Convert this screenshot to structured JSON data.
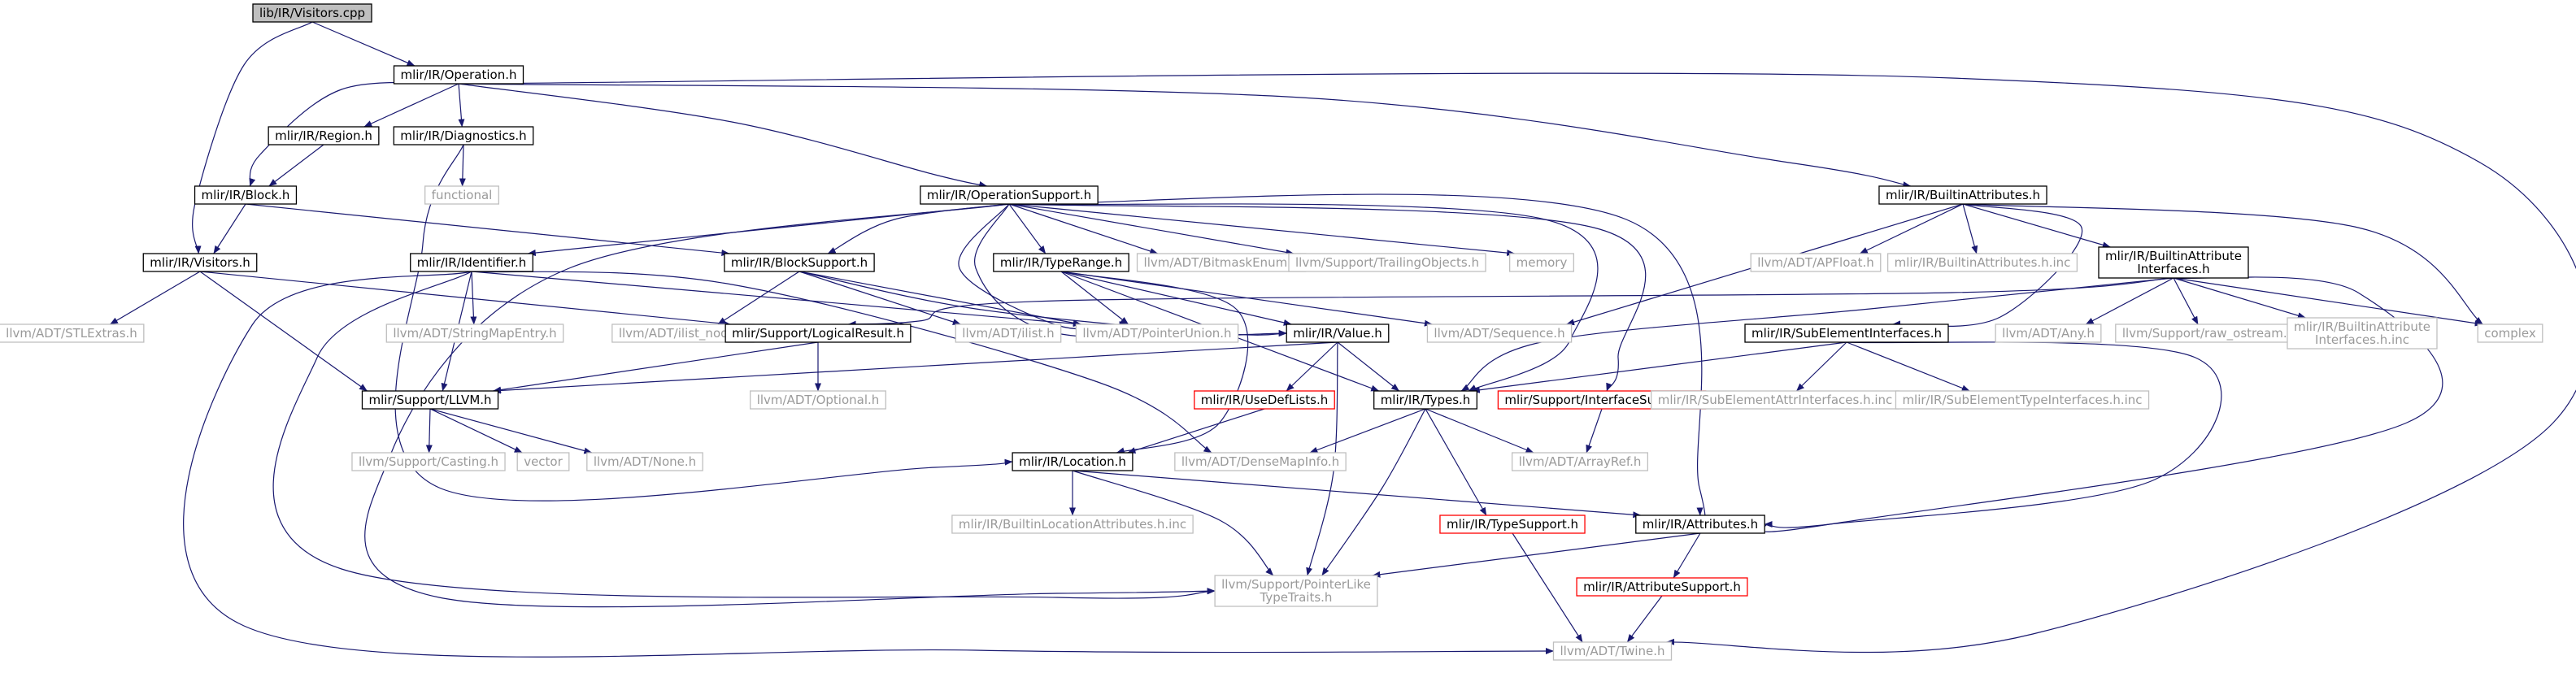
{
  "colors": {
    "background": "#ffffff",
    "edge": "#191970",
    "node_documented_border": "#000000",
    "node_external_border": "#bfbfbf",
    "node_external_text": "#9a9a9a",
    "node_truncated_border": "#ff0000",
    "node_root_fill": "#bfbfbf"
  },
  "nodes": [
    {
      "id": "visitors_cpp",
      "label": "lib/IR/Visitors.cpp",
      "kind": "root"
    },
    {
      "id": "operation_h",
      "label": "mlir/IR/Operation.h",
      "kind": "documented"
    },
    {
      "id": "region_h",
      "label": "mlir/IR/Region.h",
      "kind": "documented"
    },
    {
      "id": "diagnostics_h",
      "label": "mlir/IR/Diagnostics.h",
      "kind": "documented"
    },
    {
      "id": "functional",
      "label": "functional",
      "kind": "external"
    },
    {
      "id": "block_h",
      "label": "mlir/IR/Block.h",
      "kind": "documented"
    },
    {
      "id": "visitors_h",
      "label": "mlir/IR/Visitors.h",
      "kind": "documented"
    },
    {
      "id": "stlextras",
      "label": "llvm/ADT/STLExtras.h",
      "kind": "external"
    },
    {
      "id": "opsupport_h",
      "label": "mlir/IR/OperationSupport.h",
      "kind": "documented"
    },
    {
      "id": "identifier_h",
      "label": "mlir/IR/Identifier.h",
      "kind": "documented"
    },
    {
      "id": "blocksupport_h",
      "label": "mlir/IR/BlockSupport.h",
      "kind": "documented"
    },
    {
      "id": "typerange_h",
      "label": "mlir/IR/TypeRange.h",
      "kind": "documented"
    },
    {
      "id": "bitmaskenum",
      "label": "llvm/ADT/BitmaskEnum.h",
      "kind": "external"
    },
    {
      "id": "trailingobjects",
      "label": "llvm/Support/TrailingObjects.h",
      "kind": "external"
    },
    {
      "id": "memory",
      "label": "memory",
      "kind": "external"
    },
    {
      "id": "builtinattrs_h",
      "label": "mlir/IR/BuiltinAttributes.h",
      "kind": "documented"
    },
    {
      "id": "apfloat",
      "label": "llvm/ADT/APFloat.h",
      "kind": "external"
    },
    {
      "id": "builtinattrs_inc",
      "label": "mlir/IR/BuiltinAttributes.h.inc",
      "kind": "external"
    },
    {
      "id": "builtinattrifaces_h",
      "label": [
        "mlir/IR/BuiltinAttribute",
        "Interfaces.h"
      ],
      "kind": "documented"
    },
    {
      "id": "stringmapentry",
      "label": "llvm/ADT/StringMapEntry.h",
      "kind": "external"
    },
    {
      "id": "ilist_node",
      "label": "llvm/ADT/ilist_node.h",
      "kind": "external"
    },
    {
      "id": "logicalresult_h",
      "label": "mlir/Support/LogicalResult.h",
      "kind": "documented"
    },
    {
      "id": "ilist",
      "label": "llvm/ADT/ilist.h",
      "kind": "external"
    },
    {
      "id": "pointerunion",
      "label": "llvm/ADT/PointerUnion.h",
      "kind": "external"
    },
    {
      "id": "value_h",
      "label": "mlir/IR/Value.h",
      "kind": "documented"
    },
    {
      "id": "sequence",
      "label": "llvm/ADT/Sequence.h",
      "kind": "external"
    },
    {
      "id": "subelementifaces_h",
      "label": "mlir/IR/SubElementInterfaces.h",
      "kind": "documented"
    },
    {
      "id": "any",
      "label": "llvm/ADT/Any.h",
      "kind": "external"
    },
    {
      "id": "raw_ostream",
      "label": "llvm/Support/raw_ostream.h",
      "kind": "external"
    },
    {
      "id": "builtinattrifaces_inc",
      "label": [
        "mlir/IR/BuiltinAttribute",
        "Interfaces.h.inc"
      ],
      "kind": "external"
    },
    {
      "id": "complex",
      "label": "complex",
      "kind": "external"
    },
    {
      "id": "llvm_h",
      "label": "mlir/Support/LLVM.h",
      "kind": "documented"
    },
    {
      "id": "optional",
      "label": "llvm/ADT/Optional.h",
      "kind": "external"
    },
    {
      "id": "usedeflists_h",
      "label": "mlir/IR/UseDefLists.h",
      "kind": "truncated"
    },
    {
      "id": "types_h",
      "label": "mlir/IR/Types.h",
      "kind": "documented"
    },
    {
      "id": "ifacesupport_h",
      "label": "mlir/Support/InterfaceSupport.h",
      "kind": "truncated"
    },
    {
      "id": "subelemattr_inc",
      "label": "mlir/IR/SubElementAttrInterfaces.h.inc",
      "kind": "external"
    },
    {
      "id": "subelemtype_inc",
      "label": "mlir/IR/SubElementTypeInterfaces.h.inc",
      "kind": "external"
    },
    {
      "id": "casting",
      "label": "llvm/Support/Casting.h",
      "kind": "external"
    },
    {
      "id": "vector",
      "label": "vector",
      "kind": "external"
    },
    {
      "id": "none",
      "label": "llvm/ADT/None.h",
      "kind": "external"
    },
    {
      "id": "location_h",
      "label": "mlir/IR/Location.h",
      "kind": "documented"
    },
    {
      "id": "densemapinfo",
      "label": "llvm/ADT/DenseMapInfo.h",
      "kind": "external"
    },
    {
      "id": "arrayref",
      "label": "llvm/ADT/ArrayRef.h",
      "kind": "external"
    },
    {
      "id": "builtinloc_inc",
      "label": "mlir/IR/BuiltinLocationAttributes.h.inc",
      "kind": "external"
    },
    {
      "id": "typesupport_h",
      "label": "mlir/IR/TypeSupport.h",
      "kind": "truncated"
    },
    {
      "id": "attributes_h",
      "label": "mlir/IR/Attributes.h",
      "kind": "documented"
    },
    {
      "id": "attrsupport_h",
      "label": "mlir/IR/AttributeSupport.h",
      "kind": "truncated"
    },
    {
      "id": "pointerliketypetraits",
      "label": [
        "llvm/Support/PointerLike",
        "TypeTraits.h"
      ],
      "kind": "external"
    },
    {
      "id": "twine",
      "label": "llvm/ADT/Twine.h",
      "kind": "external"
    }
  ],
  "edges": [
    [
      "visitors_cpp",
      "operation_h"
    ],
    [
      "visitors_cpp",
      "visitors_h"
    ],
    [
      "operation_h",
      "region_h"
    ],
    [
      "operation_h",
      "diagnostics_h"
    ],
    [
      "operation_h",
      "block_h"
    ],
    [
      "operation_h",
      "opsupport_h"
    ],
    [
      "operation_h",
      "builtinattrs_h"
    ],
    [
      "operation_h",
      "twine"
    ],
    [
      "region_h",
      "block_h"
    ],
    [
      "diagnostics_h",
      "functional"
    ],
    [
      "diagnostics_h",
      "location_h"
    ],
    [
      "block_h",
      "visitors_h"
    ],
    [
      "block_h",
      "blocksupport_h"
    ],
    [
      "visitors_h",
      "stlextras"
    ],
    [
      "visitors_h",
      "llvm_h"
    ],
    [
      "visitors_h",
      "logicalresult_h"
    ],
    [
      "opsupport_h",
      "identifier_h"
    ],
    [
      "opsupport_h",
      "blocksupport_h"
    ],
    [
      "opsupport_h",
      "typerange_h"
    ],
    [
      "opsupport_h",
      "bitmaskenum"
    ],
    [
      "opsupport_h",
      "trailingobjects"
    ],
    [
      "opsupport_h",
      "memory"
    ],
    [
      "opsupport_h",
      "value_h"
    ],
    [
      "opsupport_h",
      "pointerunion"
    ],
    [
      "opsupport_h",
      "types_h"
    ],
    [
      "opsupport_h",
      "ifacesupport_h"
    ],
    [
      "opsupport_h",
      "attributes_h"
    ],
    [
      "opsupport_h",
      "pointerliketypetraits"
    ],
    [
      "identifier_h",
      "stringmapentry"
    ],
    [
      "identifier_h",
      "llvm_h"
    ],
    [
      "identifier_h",
      "pointerunion"
    ],
    [
      "identifier_h",
      "densemapinfo"
    ],
    [
      "identifier_h",
      "pointerliketypetraits"
    ],
    [
      "identifier_h",
      "twine"
    ],
    [
      "blocksupport_h",
      "ilist_node"
    ],
    [
      "blocksupport_h",
      "ilist"
    ],
    [
      "blocksupport_h",
      "pointerunion"
    ],
    [
      "blocksupport_h",
      "value_h"
    ],
    [
      "typerange_h",
      "pointerunion"
    ],
    [
      "typerange_h",
      "value_h"
    ],
    [
      "typerange_h",
      "types_h"
    ],
    [
      "typerange_h",
      "sequence"
    ],
    [
      "typerange_h",
      "location_h"
    ],
    [
      "builtinattrs_h",
      "apfloat"
    ],
    [
      "builtinattrs_h",
      "builtinattrs_inc"
    ],
    [
      "builtinattrs_h",
      "builtinattrifaces_h"
    ],
    [
      "builtinattrs_h",
      "subelementifaces_h"
    ],
    [
      "builtinattrs_h",
      "sequence"
    ],
    [
      "builtinattrs_h",
      "complex"
    ],
    [
      "builtinattrifaces_h",
      "any"
    ],
    [
      "builtinattrifaces_h",
      "raw_ostream"
    ],
    [
      "builtinattrifaces_h",
      "builtinattrifaces_inc"
    ],
    [
      "builtinattrifaces_h",
      "complex"
    ],
    [
      "builtinattrifaces_h",
      "types_h"
    ],
    [
      "builtinattrifaces_h",
      "attributes_h"
    ],
    [
      "builtinattrifaces_h",
      "logicalresult_h"
    ],
    [
      "subelementifaces_h",
      "subelemattr_inc"
    ],
    [
      "subelementifaces_h",
      "subelemtype_inc"
    ],
    [
      "subelementifaces_h",
      "types_h"
    ],
    [
      "subelementifaces_h",
      "attributes_h"
    ],
    [
      "logicalresult_h",
      "llvm_h"
    ],
    [
      "logicalresult_h",
      "optional"
    ],
    [
      "value_h",
      "llvm_h"
    ],
    [
      "value_h",
      "usedeflists_h"
    ],
    [
      "value_h",
      "types_h"
    ],
    [
      "value_h",
      "pointerliketypetraits"
    ],
    [
      "usedeflists_h",
      "location_h"
    ],
    [
      "types_h",
      "densemapinfo"
    ],
    [
      "types_h",
      "arrayref"
    ],
    [
      "types_h",
      "typesupport_h"
    ],
    [
      "types_h",
      "pointerliketypetraits"
    ],
    [
      "ifacesupport_h",
      "arrayref"
    ],
    [
      "llvm_h",
      "casting"
    ],
    [
      "llvm_h",
      "vector"
    ],
    [
      "llvm_h",
      "none"
    ],
    [
      "location_h",
      "builtinloc_inc"
    ],
    [
      "location_h",
      "attributes_h"
    ],
    [
      "location_h",
      "pointerliketypetraits"
    ],
    [
      "typesupport_h",
      "twine"
    ],
    [
      "attributes_h",
      "attrsupport_h"
    ],
    [
      "attributes_h",
      "pointerliketypetraits"
    ],
    [
      "attrsupport_h",
      "twine"
    ]
  ]
}
